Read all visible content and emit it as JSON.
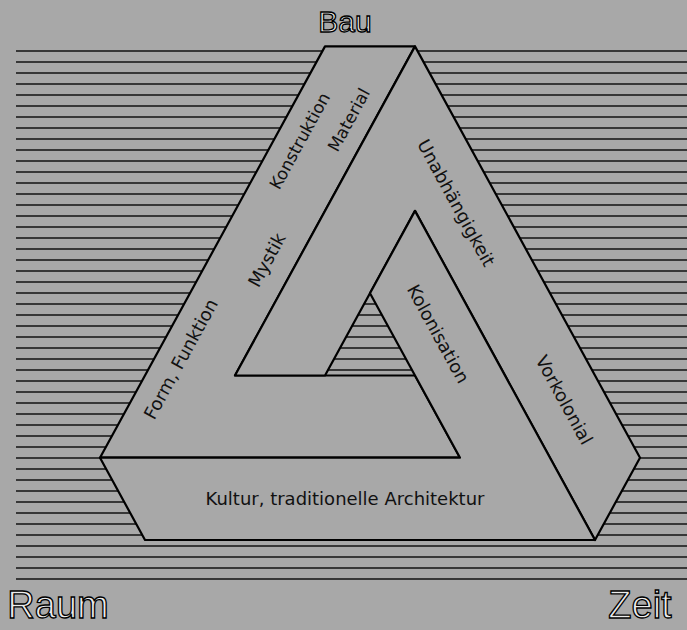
{
  "diagram": {
    "labels": [
      "Bau",
      "Form, Funktion",
      "Mystik",
      "Konstruktion",
      "Material",
      "Unabhängigkeit",
      "Kolonisation",
      "Vorkolonial",
      "Kultur, traditionelle Architektur",
      "Raum",
      "Zeit"
    ]
  }
}
